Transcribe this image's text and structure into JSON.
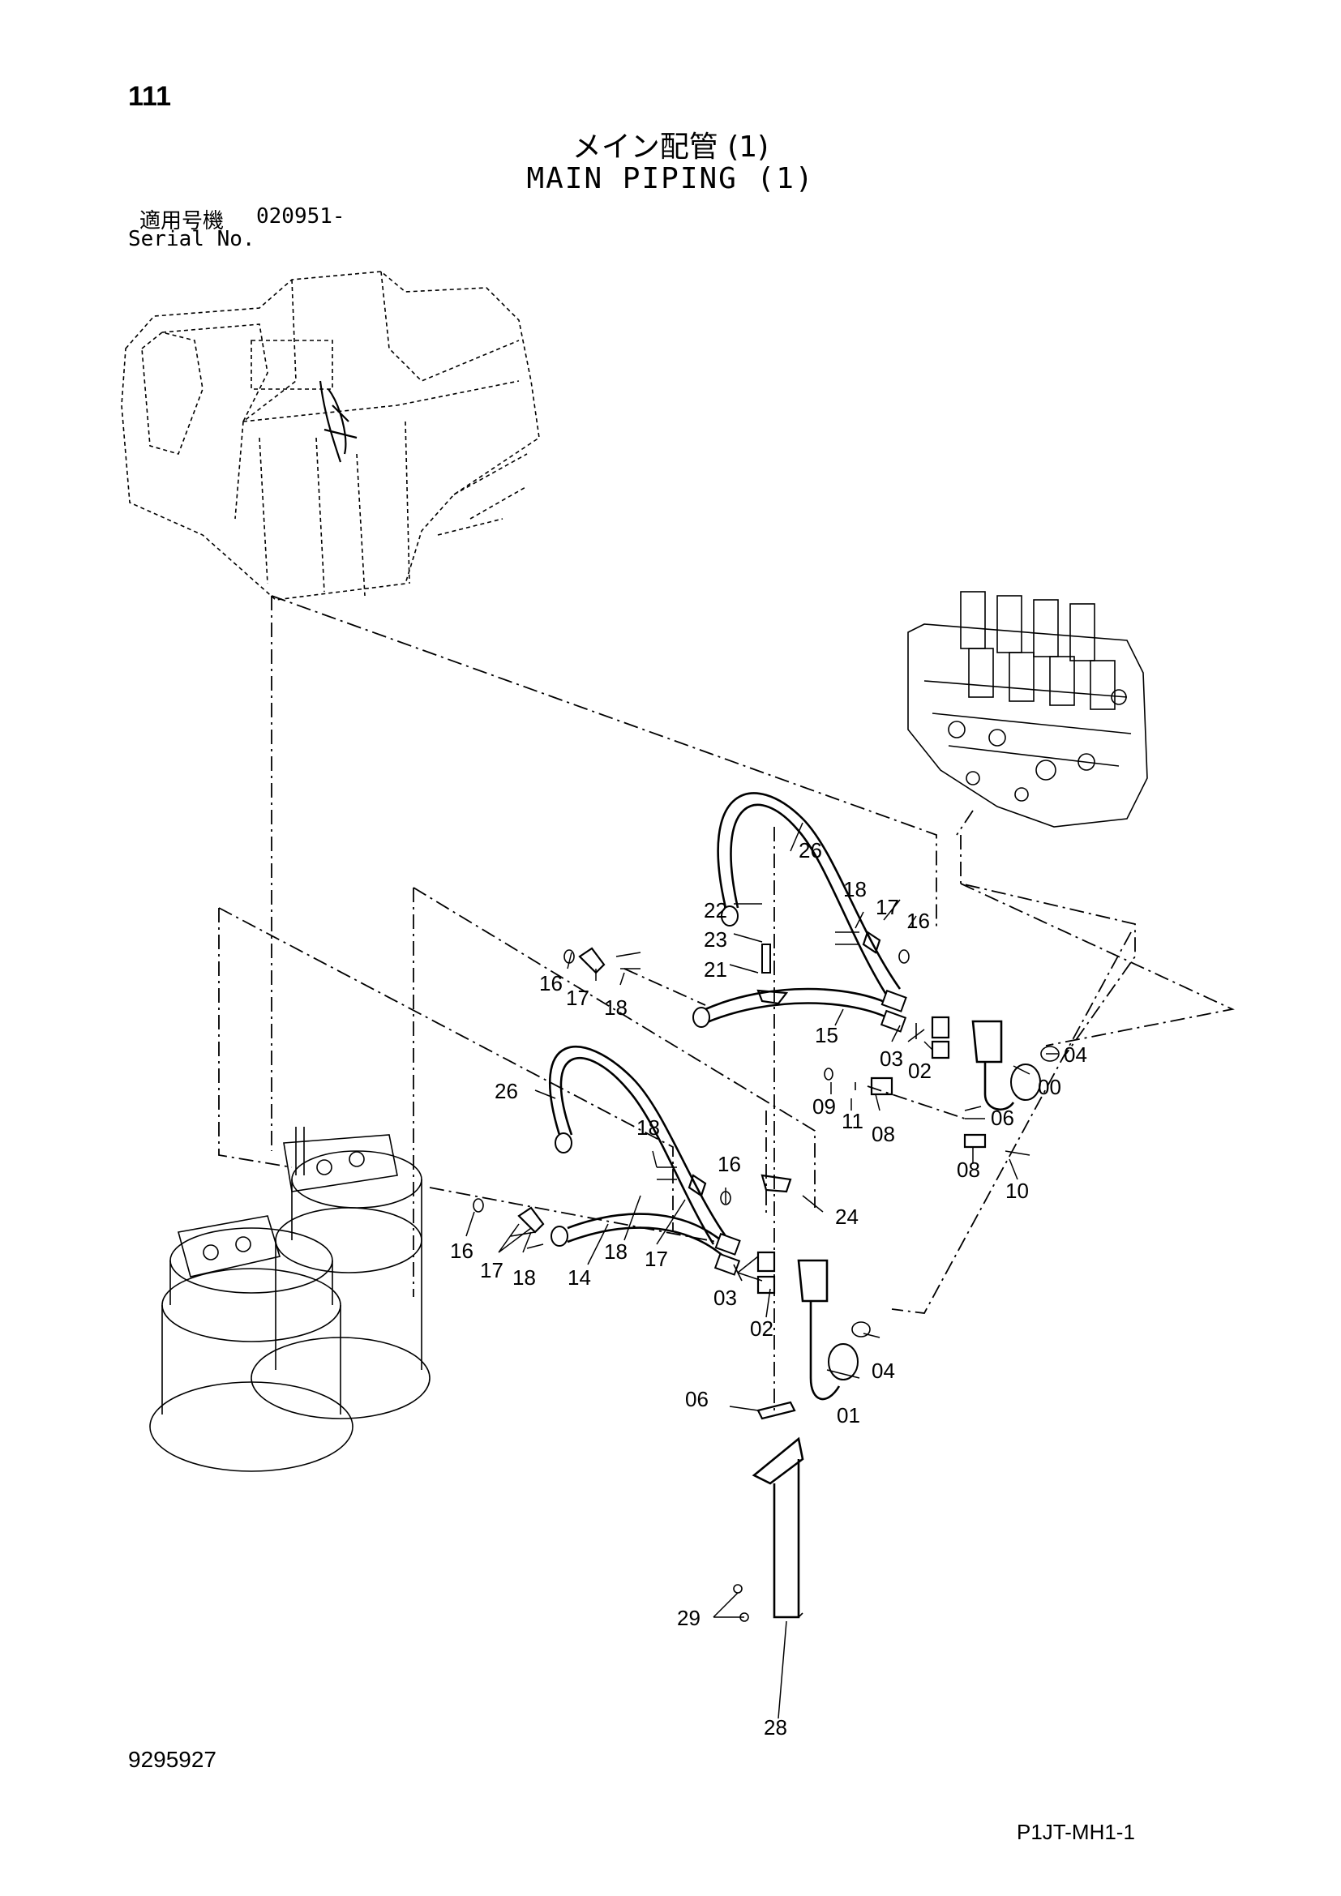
{
  "header": {
    "page_number": "111",
    "title_jp": "メイン配管 (1)",
    "title_en": "MAIN PIPING (1)",
    "serial_label_jp": "適用号機",
    "serial_value": "020951-",
    "serial_label_en": "Serial No."
  },
  "footer": {
    "doc_number": "9295927",
    "page_code": "P1JT-MH1-1"
  },
  "diagram": {
    "callouts": {
      "c26a": "26",
      "c18a": "18",
      "c17a": "17",
      "c16a": "16",
      "c22": "22",
      "c23": "23",
      "c21": "21",
      "c16b": "16",
      "c17b": "17",
      "c18b": "18",
      "c15": "15",
      "c03a": "03",
      "c02a": "02",
      "c04a": "04",
      "c00": "00",
      "c09": "09",
      "c11": "11",
      "c08a": "08",
      "c06a": "06",
      "c08b": "08",
      "c10": "10",
      "c26b": "26",
      "c18c": "18",
      "c16c": "16",
      "c24": "24",
      "c16d": "16",
      "c17c": "17",
      "c18d": "18",
      "c14": "14",
      "c18e": "18",
      "c17d": "17",
      "c03b": "03",
      "c02b": "02",
      "c04b": "04",
      "c06b": "06",
      "c01": "01",
      "c29": "29",
      "c28": "28"
    }
  }
}
